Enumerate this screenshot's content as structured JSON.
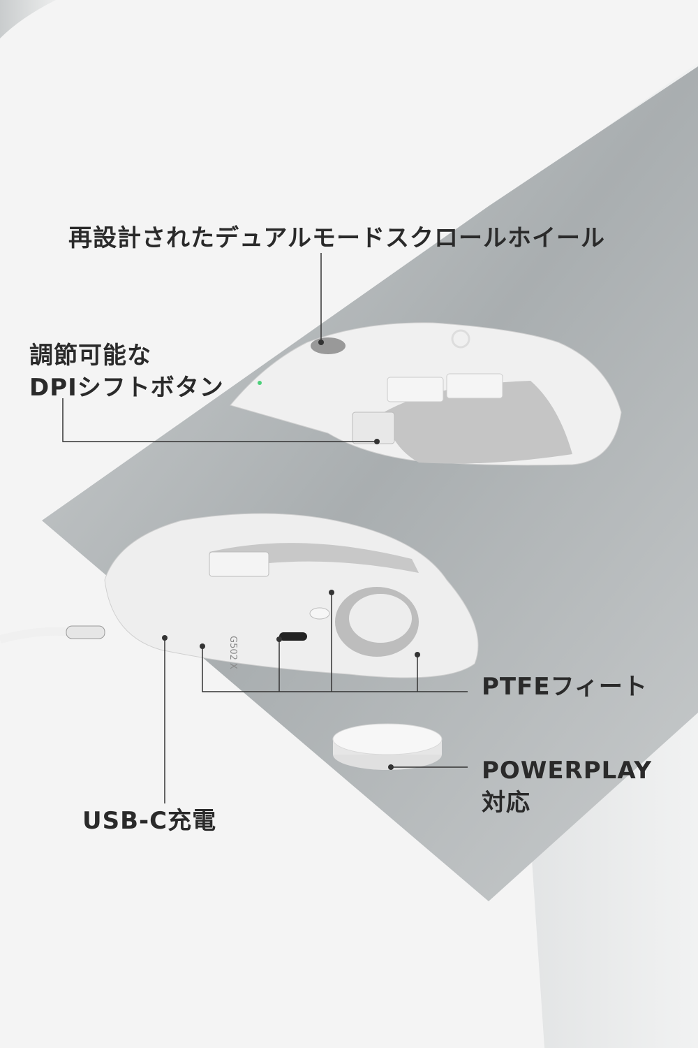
{
  "callouts": {
    "scroll_wheel": "再設計されたデュアルモードスクロールホイール",
    "dpi_shift_line1": "調節可能な",
    "dpi_shift_line2": "DPIシフトボタン",
    "ptfe_feet": "PTFEフィート",
    "powerplay_line1": "POWERPLAY",
    "powerplay_line2": "対応",
    "usb_c": "USB-C充電"
  },
  "product": {
    "model_marking": "G502 X"
  },
  "colors": {
    "background": "#f4f4f4",
    "band": "#b4b8ba",
    "mouse_body": "#f2f2f2",
    "grip": "#c9c9c9",
    "text": "#2a2a2a"
  }
}
